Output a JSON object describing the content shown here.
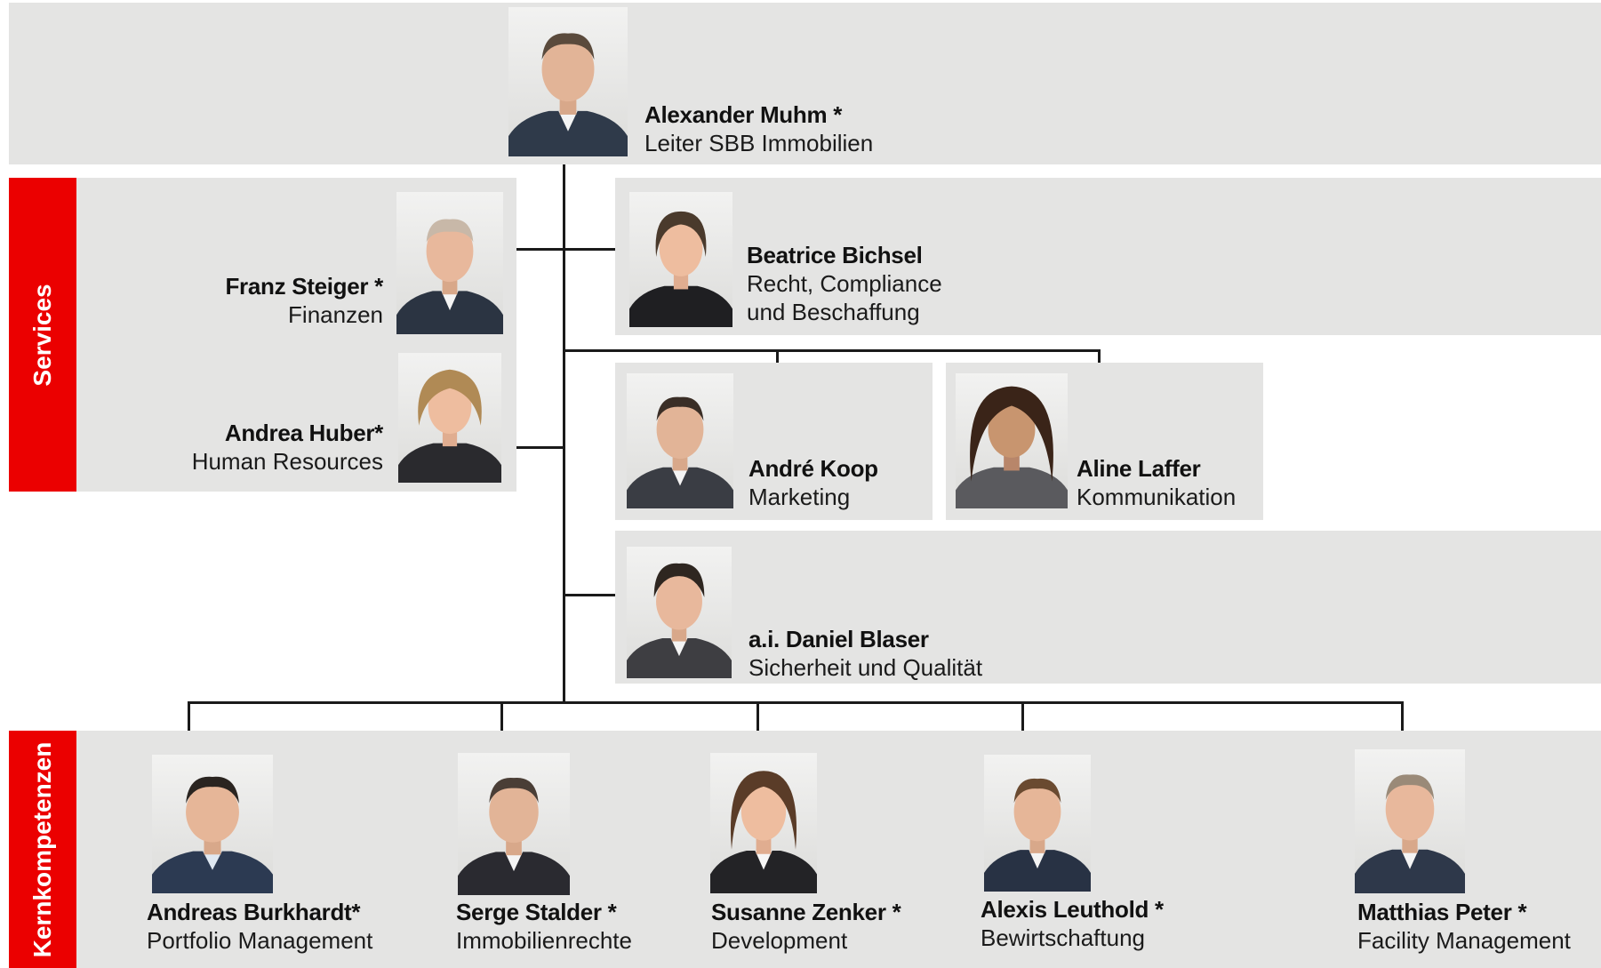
{
  "sections": {
    "services_label": "Services",
    "core_label": "Kernkompetenzen"
  },
  "colors": {
    "box_gray": "#e4e4e3",
    "section_red": "#eb0000",
    "line": "#1a1a1a"
  },
  "head": {
    "name": "Alexander Muhm *",
    "role": "Leiter SBB Immobilien"
  },
  "services": [
    {
      "name": "Franz Steiger *",
      "role": "Finanzen"
    },
    {
      "name": "Andrea Huber*",
      "role": "Human Resources"
    }
  ],
  "staff": {
    "legal": {
      "name": "Beatrice Bichsel",
      "role_line1": "Recht, Compliance",
      "role_line2": "und Beschaffung"
    },
    "marketing": {
      "name": "André Koop",
      "role": "Marketing"
    },
    "communication": {
      "name": "Aline Laffer",
      "role": "Kommunikation"
    },
    "safety": {
      "name": "a.i. Daniel Blaser",
      "role": "Sicherheit und Qualität"
    }
  },
  "core": [
    {
      "name": "Andreas Burkhardt*",
      "role": "Portfolio Management"
    },
    {
      "name": "Serge Stalder *",
      "role": "Immobilienrechte"
    },
    {
      "name": "Susanne Zenker *",
      "role": "Development"
    },
    {
      "name": "Alexis Leuthold *",
      "role": "Bewirtschaftung"
    },
    {
      "name": "Matthias Peter *",
      "role": "Facility Management"
    }
  ]
}
